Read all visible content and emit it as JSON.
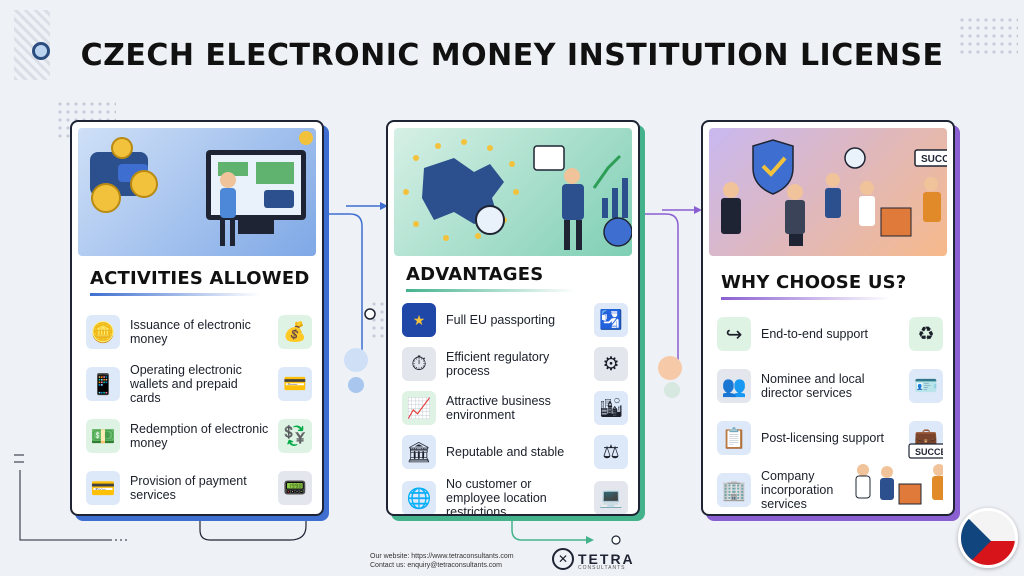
{
  "title": "CZECH ELECTRONIC MONEY INSTITUTION LICENSE",
  "colors": {
    "blue": "#3e6fd0",
    "green": "#44b38c",
    "purple": "#8a5fd1",
    "ink": "#1e2433"
  },
  "panels": [
    {
      "heading": "ACTIVITIES ALLOWED",
      "items": [
        {
          "text": "Issuance of electronic money",
          "icon": "coin-stack-icon",
          "icon2": "money-bag-icon"
        },
        {
          "text": "Operating electronic wallets and prepaid cards",
          "icon": "phone-wallet-icon",
          "icon2": "cards-phone-icon"
        },
        {
          "text": "Redemption of electronic money",
          "icon": "banknotes-icon",
          "icon2": "exchange-money-icon"
        },
        {
          "text": "Provision of payment services",
          "icon": "credit-card-icon",
          "icon2": "pos-terminal-icon"
        }
      ]
    },
    {
      "heading": "ADVANTAGES",
      "items": [
        {
          "text": "Full EU passporting",
          "icon": "eu-flag-icon",
          "icon2": "passport-icon"
        },
        {
          "text": "Efficient regulatory process",
          "icon": "stopwatch-icon",
          "icon2": "gear-document-icon"
        },
        {
          "text": "Attractive business environment",
          "icon": "growth-chart-icon",
          "icon2": "city-buildings-icon"
        },
        {
          "text": "Reputable and stable",
          "icon": "bank-building-icon",
          "icon2": "shield-scale-icon"
        },
        {
          "text": "No customer or employee location restrictions",
          "icon": "globe-icon",
          "icon2": "remote-worker-icon"
        }
      ]
    },
    {
      "heading": "WHY CHOOSE US?",
      "items": [
        {
          "text": "End-to-end support",
          "icon": "route-icon",
          "icon2": "cycle-check-icon"
        },
        {
          "text": "Nominee and local director services",
          "icon": "directors-icon",
          "icon2": "id-stamp-icon"
        },
        {
          "text": "Post-licensing support",
          "icon": "clipboard-check-icon",
          "icon2": "team-briefcase-icon"
        },
        {
          "text": "Company incorporation services",
          "icon": "office-building-icon",
          "icon2": "team-success-icon"
        }
      ]
    }
  ],
  "hero_badge": "SUCCESS",
  "team_badge": "SUCCESS",
  "footer": {
    "website": "Our website: https://www.tetraconsultants.com",
    "contact": "Contact us: enquiry@tetraconsultants.com"
  },
  "logo": {
    "name": "TETRA",
    "sub": "CONSULTANTS"
  }
}
